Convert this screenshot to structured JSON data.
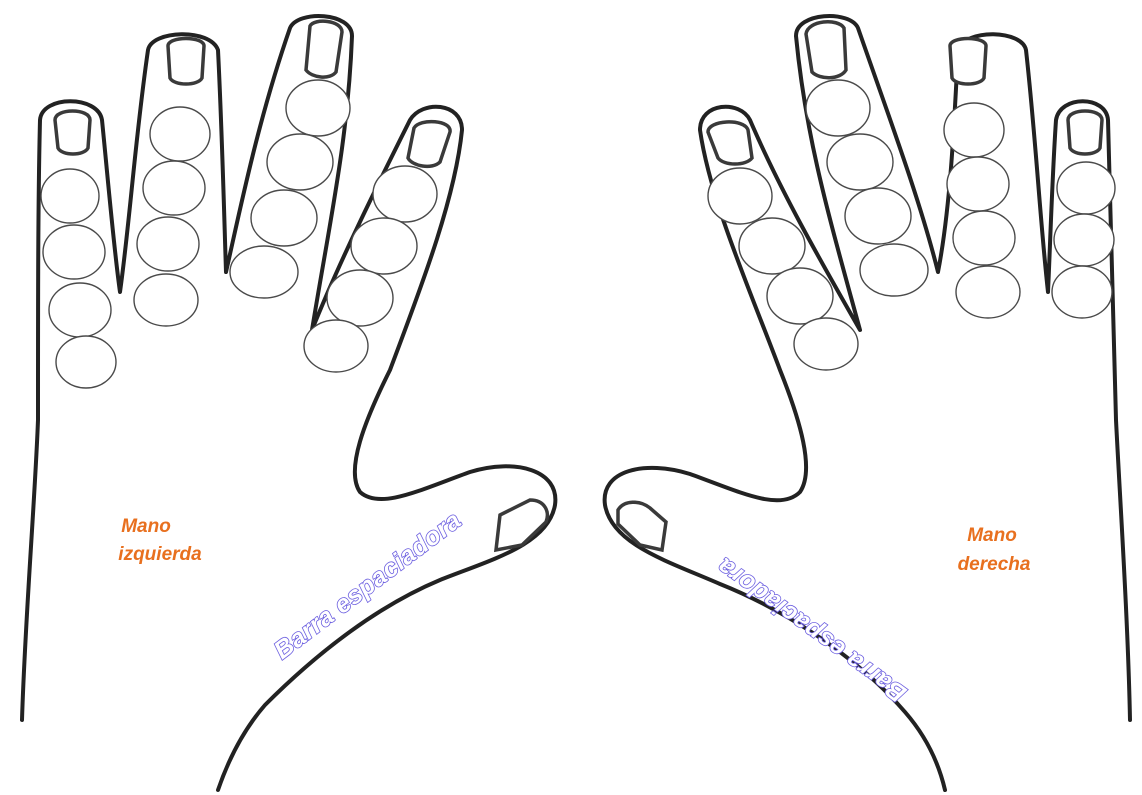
{
  "left_hand": {
    "label_line1": "Mano",
    "label_line2": "izquierda",
    "thumb_label": "Barra espaciadora"
  },
  "right_hand": {
    "label_line1": "Mano",
    "label_line2": "derecha",
    "thumb_label": "Barra espaciadora"
  },
  "colors": {
    "hand_label": "#e8701f",
    "thumb_label_outline": "#6c5fe0",
    "outline": "#222222"
  }
}
